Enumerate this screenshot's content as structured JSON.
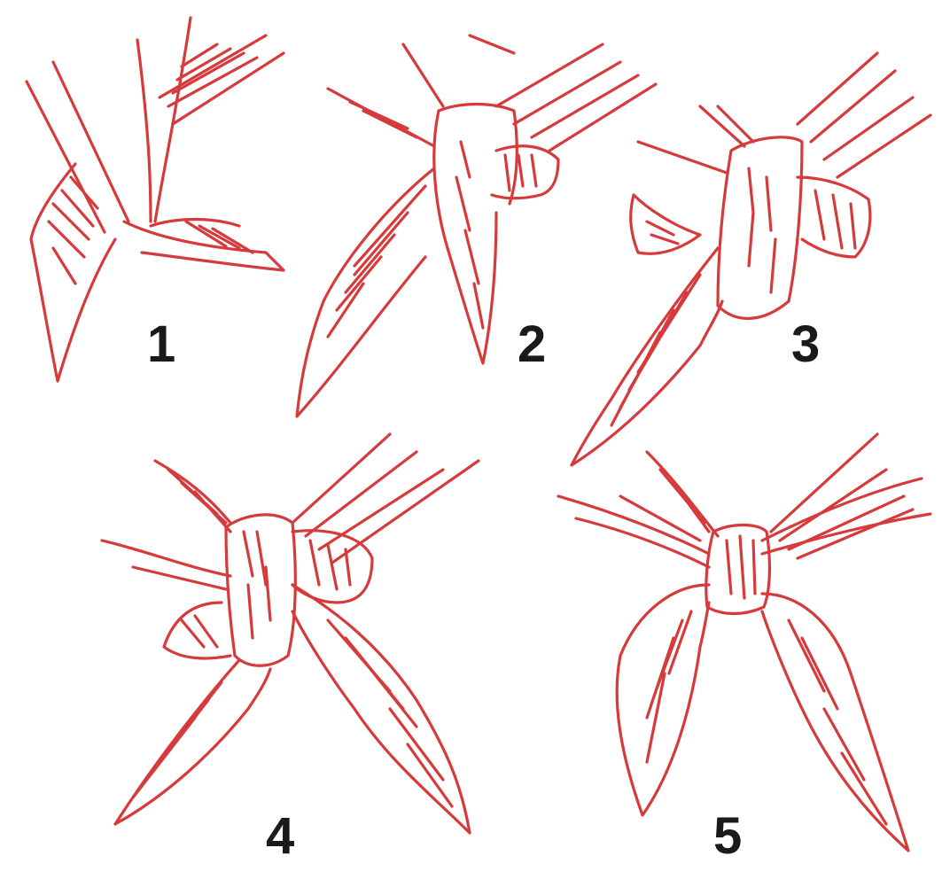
{
  "colors": {
    "ink": "#d63a3a",
    "label": "#1a1a1a",
    "background": "#ffffff"
  },
  "steps": [
    {
      "number": "1",
      "icon": "scarf-crossed-ends-icon"
    },
    {
      "number": "2",
      "icon": "scarf-wrapped-end-icon"
    },
    {
      "number": "3",
      "icon": "scarf-loop-through-icon"
    },
    {
      "number": "4",
      "icon": "scarf-knot-tightening-icon"
    },
    {
      "number": "5",
      "icon": "scarf-finished-knot-icon"
    }
  ]
}
